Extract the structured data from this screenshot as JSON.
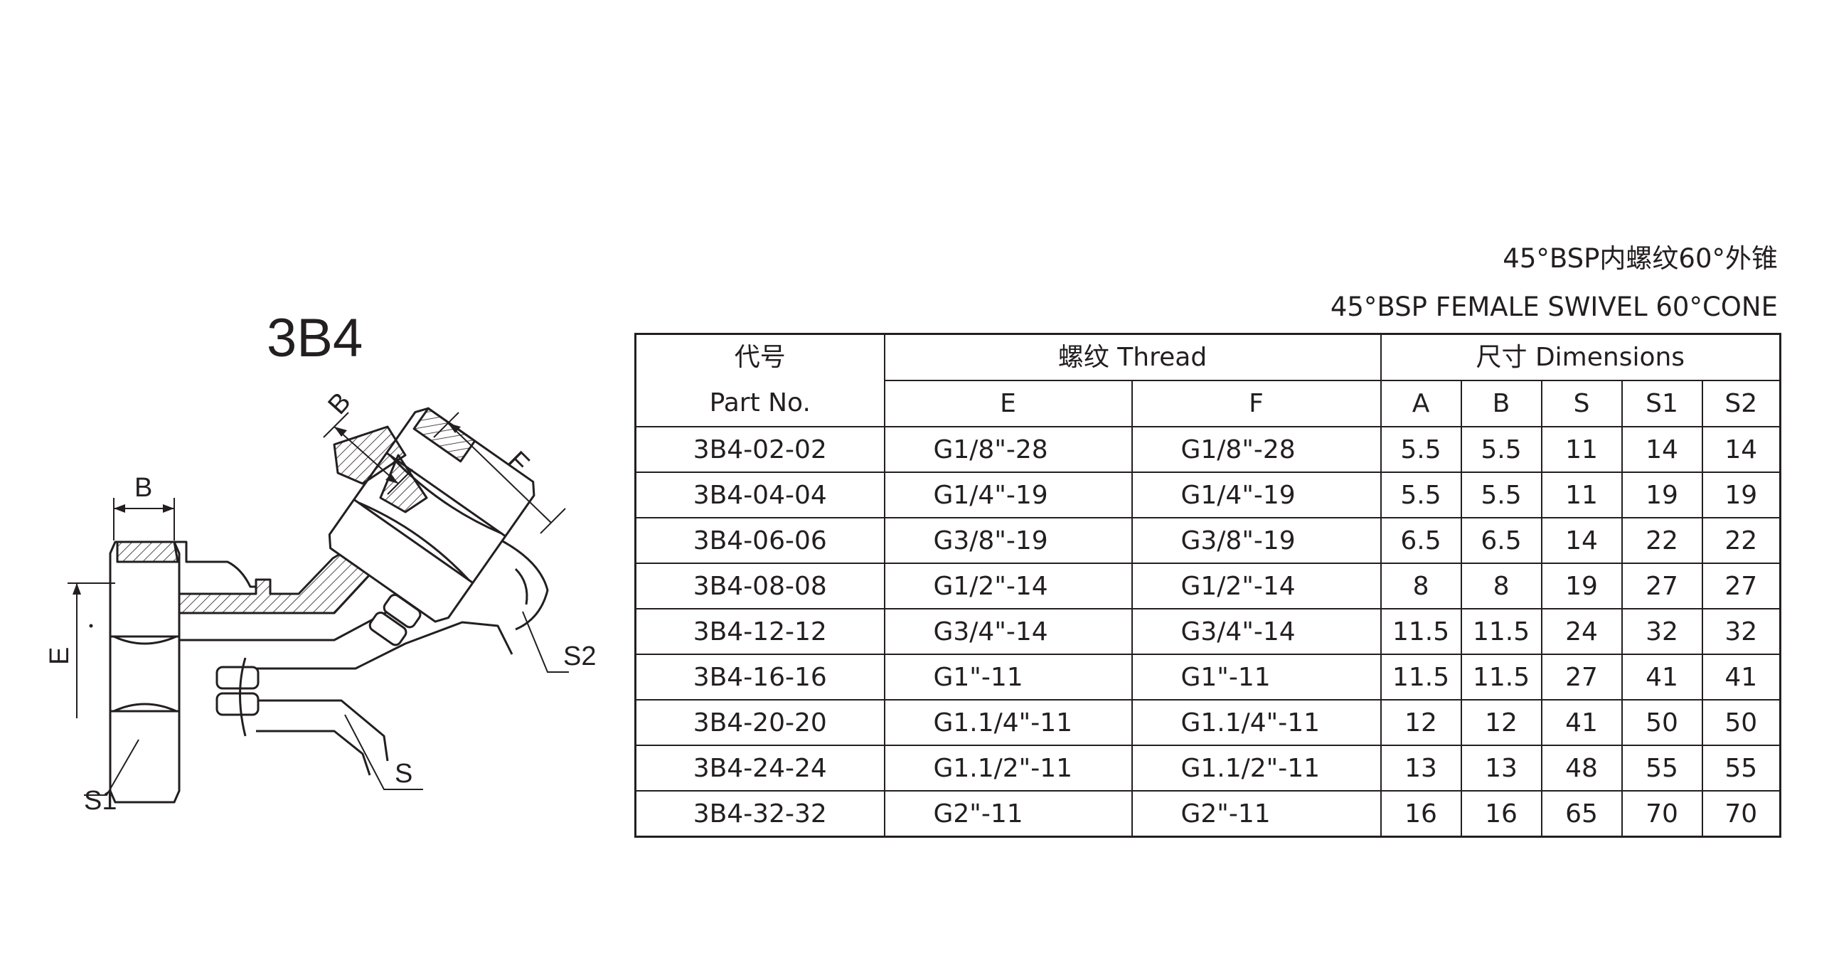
{
  "drawing": {
    "part_code": "3B4",
    "labels": {
      "b_left": "B",
      "b_top": "B",
      "f": "F",
      "e": "E",
      "s1": "S1",
      "s": "S",
      "s2": "S2"
    }
  },
  "titles": {
    "cn": "45°BSP内螺纹60°外锥",
    "en": "45°BSP FEMALE SWIVEL 60°CONE"
  },
  "table": {
    "header": {
      "part_no_cn": "代号",
      "part_no_en": "Part No.",
      "thread": "螺纹 Thread",
      "dimensions": "尺寸 Dimensions",
      "cols": [
        "E",
        "F",
        "A",
        "B",
        "S",
        "S1",
        "S2"
      ]
    },
    "rows": [
      {
        "part": "3B4-02-02",
        "e": "G1/8\"-28",
        "f": "G1/8\"-28",
        "a": "5.5",
        "b": "5.5",
        "s": "11",
        "s1": "14",
        "s2": "14"
      },
      {
        "part": "3B4-04-04",
        "e": "G1/4\"-19",
        "f": "G1/4\"-19",
        "a": "5.5",
        "b": "5.5",
        "s": "11",
        "s1": "19",
        "s2": "19"
      },
      {
        "part": "3B4-06-06",
        "e": "G3/8\"-19",
        "f": "G3/8\"-19",
        "a": "6.5",
        "b": "6.5",
        "s": "14",
        "s1": "22",
        "s2": "22"
      },
      {
        "part": "3B4-08-08",
        "e": "G1/2\"-14",
        "f": "G1/2\"-14",
        "a": "8",
        "b": "8",
        "s": "19",
        "s1": "27",
        "s2": "27"
      },
      {
        "part": "3B4-12-12",
        "e": "G3/4\"-14",
        "f": "G3/4\"-14",
        "a": "11.5",
        "b": "11.5",
        "s": "24",
        "s1": "32",
        "s2": "32"
      },
      {
        "part": "3B4-16-16",
        "e": "G1\"-11",
        "f": "G1\"-11",
        "a": "11.5",
        "b": "11.5",
        "s": "27",
        "s1": "41",
        "s2": "41"
      },
      {
        "part": "3B4-20-20",
        "e": "G1.1/4\"-11",
        "f": "G1.1/4\"-11",
        "a": "12",
        "b": "12",
        "s": "41",
        "s1": "50",
        "s2": "50"
      },
      {
        "part": "3B4-24-24",
        "e": "G1.1/2\"-11",
        "f": "G1.1/2\"-11",
        "a": "13",
        "b": "13",
        "s": "48",
        "s1": "55",
        "s2": "55"
      },
      {
        "part": "3B4-32-32",
        "e": "G2\"-11",
        "f": "G2\"-11",
        "a": "16",
        "b": "16",
        "s": "65",
        "s1": "70",
        "s2": "70"
      }
    ]
  }
}
